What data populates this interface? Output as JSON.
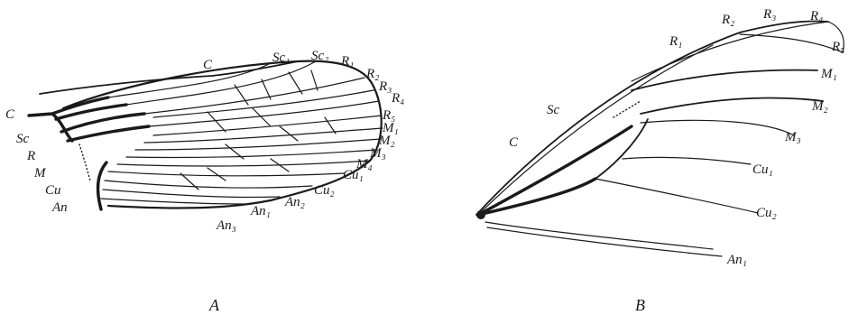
{
  "figure": {
    "panel_a": {
      "title": "A",
      "labels": [
        "C",
        "Sc₁",
        "Sc₂",
        "R₁",
        "R₂",
        "R₃",
        "R₄",
        "R₅",
        "M₁",
        "M₂",
        "M₃",
        "M₄",
        "Cu₁",
        "Cu₂",
        "An₂",
        "An₁",
        "An₃",
        "C",
        "Sc",
        "R",
        "M",
        "Cu",
        "An"
      ]
    },
    "panel_b": {
      "title": "B",
      "labels": [
        "R₁",
        "R₂",
        "R₃",
        "R₄",
        "R₅",
        "M₁",
        "M₂",
        "M₃",
        "Cu₁",
        "Cu₂",
        "An₁",
        "Sc",
        "C"
      ]
    }
  }
}
